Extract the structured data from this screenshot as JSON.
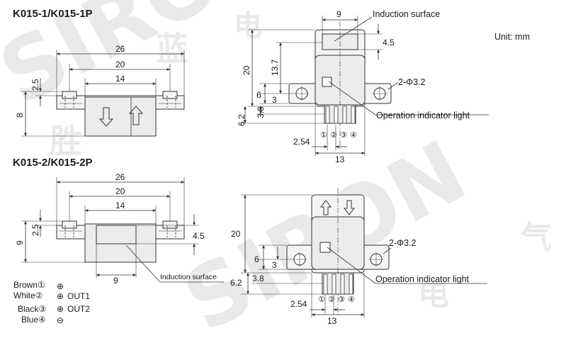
{
  "unit": "Unit:  mm",
  "watermark": {
    "brand": "SIRON",
    "chars": [
      "胜",
      "蓝",
      "电",
      "气"
    ]
  },
  "section1": {
    "title": "K015-1/K015-1P",
    "side_dims": {
      "d26": "26",
      "d20": "20",
      "d14": "14",
      "d2_5": "2.5",
      "d8": "8"
    },
    "top_dims": {
      "d9": "9",
      "d4_5": "4.5",
      "d13_7": "13.7",
      "d20": "20",
      "d6": "6",
      "d3": "3",
      "d6_2": "6.2",
      "d3_8": "3.8",
      "d2_54": "2.54",
      "d13": "13"
    },
    "labels": {
      "induction": "Induction surface",
      "indicator": "Operation indicator light",
      "holes": "2-Φ3.2"
    },
    "pins": [
      "①",
      "②",
      "③",
      "④"
    ]
  },
  "section2": {
    "title": "K015-2/K015-2P",
    "side_dims": {
      "d26": "26",
      "d20": "20",
      "d14": "14",
      "d2_5": "2.5",
      "d9": "9",
      "d4_5": "4.5",
      "d9b": "9"
    },
    "top_dims": {
      "d20": "20",
      "d6": "6",
      "d3": "3",
      "d6_2": "6.2",
      "d3_8": "3.8",
      "d2_54": "2.54",
      "d13": "13"
    },
    "labels": {
      "induction": "Induction surface",
      "indicator": "Operation indicator light",
      "holes": "2-Φ3.2"
    },
    "pins": [
      "①",
      "②",
      "③",
      "④"
    ]
  },
  "wiring": [
    {
      "wire": "Brown①",
      "symbol": "⊕",
      "signal": ""
    },
    {
      "wire": "White②",
      "symbol": "⊕",
      "signal": "OUT1"
    },
    {
      "wire": "Black③",
      "symbol": "⊕",
      "signal": "OUT2"
    },
    {
      "wire": "Blue④",
      "symbol": "⊖",
      "signal": ""
    }
  ]
}
